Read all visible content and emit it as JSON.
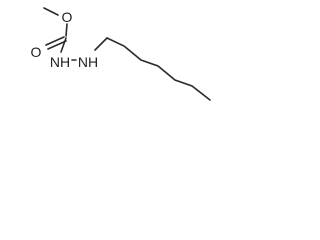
{
  "structure": {
    "atoms": {
      "methoxy_o": "O",
      "carbonyl_o": "O",
      "nh_left": "NH",
      "nh_right": "NH"
    },
    "colors": {
      "bond": "#2b2b2b",
      "label": "#222222",
      "background": "#ffffff"
    }
  }
}
